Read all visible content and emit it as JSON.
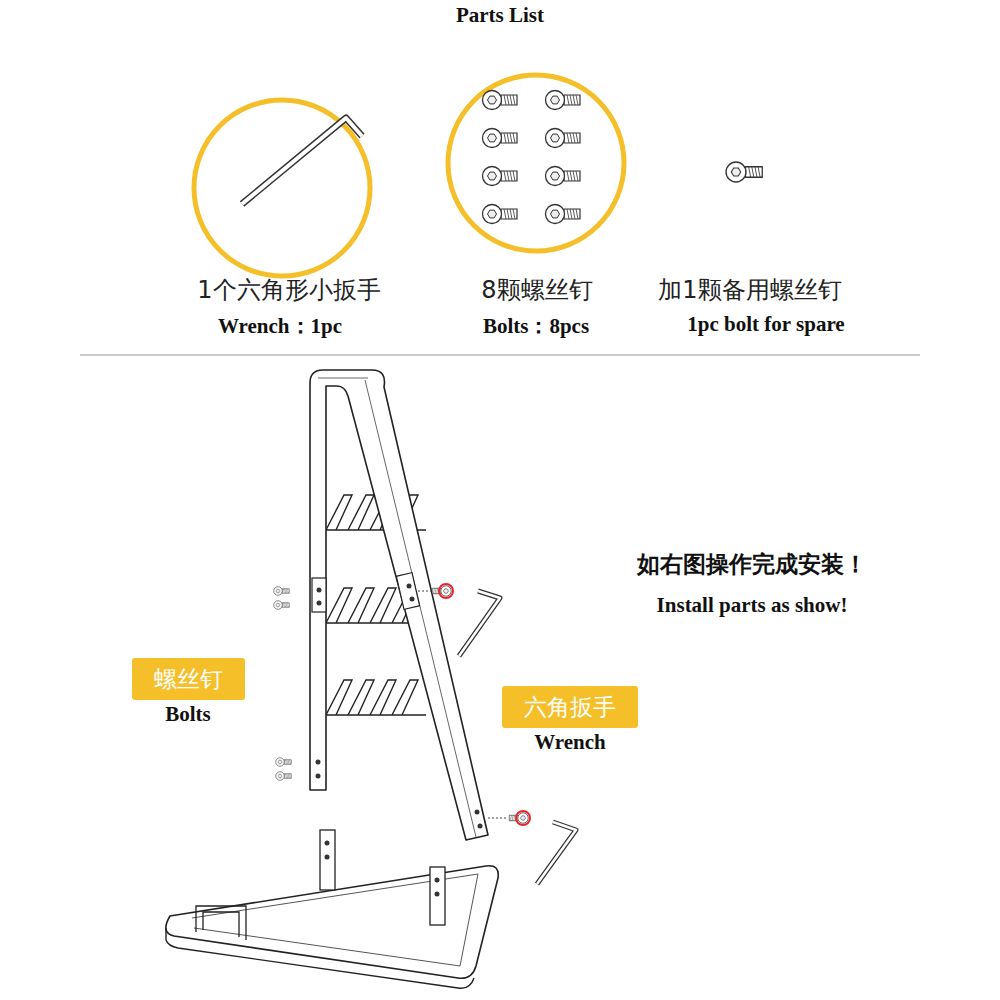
{
  "diagram": {
    "title": "Parts List",
    "nodes": [
      {
        "text": [
          "螺丝钉",
          "Bolts"
        ]
      },
      {
        "text": [
          "六角扳手",
          "Wrench"
        ]
      }
    ],
    "labels": [
      "1个六角形小扳手",
      "Wrench：1pc",
      "8颗螺丝钉",
      "Bolts：8pcs",
      "加1颗备用螺丝钉",
      "1pc bolt for spare",
      "如右图操作完成安装！",
      "Install parts as show!"
    ]
  }
}
